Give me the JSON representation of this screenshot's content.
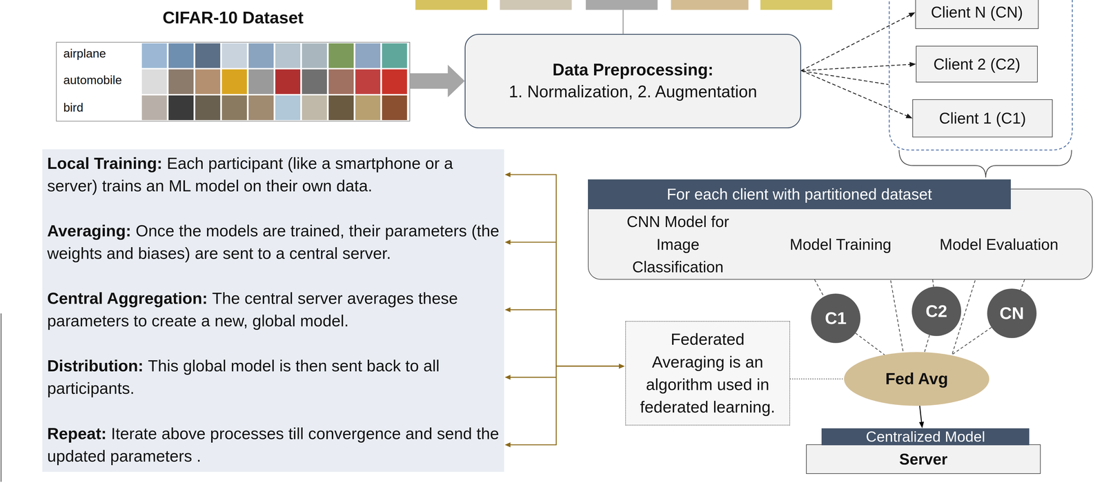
{
  "diagram": {
    "nodes": [
      {
        "text": [
          "CIFAR-10 Dataset",
          "airplane",
          "automobile",
          "bird"
        ]
      },
      {
        "text": [
          "Data Preprocessing:",
          "1. Normalization, 2. Augmentation"
        ]
      },
      {
        "text": [
          "Client N (CN)"
        ]
      },
      {
        "text": [
          "Client 2 (C2)"
        ]
      },
      {
        "text": [
          "Client 1 (C1)"
        ]
      },
      {
        "text": [
          "For each client with partitioned dataset"
        ]
      },
      {
        "text": [
          "CNN Model for Image Classification"
        ],
        "in": 5
      },
      {
        "text": [
          "Model Training"
        ],
        "in": 5
      },
      {
        "text": [
          "Model Evaluation"
        ],
        "in": 5
      },
      {
        "text": [
          "Local Training:",
          "Each participant (like a smartphone or a server) trains an ML model on their own data."
        ]
      },
      {
        "text": [
          "Averaging:",
          "Once the models are trained, their parameters (the weights and biases) are sent to a central server."
        ]
      },
      {
        "text": [
          "Central Aggregation:",
          "The central server averages these parameters to create a new, global model."
        ]
      },
      {
        "text": [
          "Distribution:",
          "This global model is then sent back to all participants."
        ]
      },
      {
        "text": [
          "Repeat:",
          "Iterate above processes till convergence and send the updated parameters ."
        ]
      },
      {
        "text": [
          "C1"
        ]
      },
      {
        "text": [
          "C2"
        ]
      },
      {
        "text": [
          "CN"
        ]
      },
      {
        "text": [
          "Federated Averaging is an algorithm used in federated learning."
        ]
      },
      {
        "text": [
          "Fed Avg"
        ]
      },
      {
        "text": [
          "Centralized Model",
          "Server"
        ]
      }
    ],
    "edges": [
      {
        "from": 0,
        "to": 1,
        "arrow": "to"
      },
      {
        "from": 1,
        "to": 2,
        "arrow": "to"
      },
      {
        "from": 1,
        "to": 3,
        "arrow": "to"
      },
      {
        "from": 1,
        "to": 4,
        "arrow": "to"
      },
      {
        "from": 6,
        "to": 7,
        "arrow": "to"
      },
      {
        "from": 7,
        "to": 8,
        "arrow": "to"
      },
      {
        "from": 5,
        "to": 14,
        "arrow": "none"
      },
      {
        "from": 5,
        "to": 15,
        "arrow": "none"
      },
      {
        "from": 5,
        "to": 16,
        "arrow": "none"
      },
      {
        "from": 14,
        "to": 18,
        "arrow": "none"
      },
      {
        "from": 15,
        "to": 18,
        "arrow": "none"
      },
      {
        "from": 16,
        "to": 18,
        "arrow": "none"
      },
      {
        "from": 17,
        "to": 18,
        "arrow": "none"
      },
      {
        "from": 18,
        "to": 19,
        "arrow": "to"
      },
      {
        "from": 17,
        "to": 9,
        "arrow": "both"
      },
      {
        "from": 17,
        "to": 10,
        "arrow": "both"
      },
      {
        "from": 17,
        "to": 11,
        "arrow": "both"
      },
      {
        "from": 17,
        "to": 12,
        "arrow": "both"
      },
      {
        "from": 17,
        "to": 13,
        "arrow": "both"
      }
    ]
  }
}
